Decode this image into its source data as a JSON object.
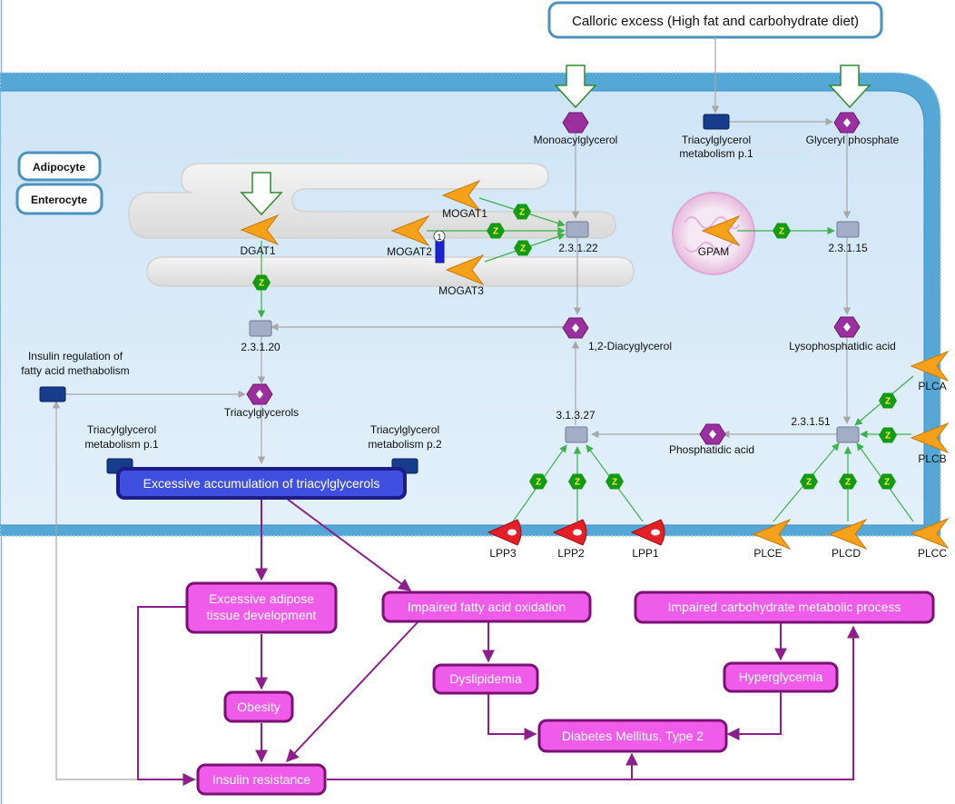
{
  "top_input": "Calloric excess (High fat and carbohydrate diet)",
  "legend": [
    "Adipocyte",
    "Enterocyte"
  ],
  "metabolites": {
    "monoacylglycerol": "Monoacylglycerol",
    "glyceryl_phosphate": "Glyceryl phosphate",
    "diacylglycerol": "1,2-Diacyglycerol",
    "lysophosphatidic_acid": "Lysophosphatidic acid",
    "triacylglycerols": "Triacylglycerols",
    "phosphatidic_acid": "Phosphatidic acid"
  },
  "reactions": {
    "r1": "2.3.1.22",
    "r2": "2.3.1.15",
    "r3": "2.3.1.20",
    "r4": "3.1.3.27",
    "r5": "2.3.1.51"
  },
  "enzymes": {
    "dgat1": "DGAT1",
    "mogat1": "MOGAT1",
    "mogat2": "MOGAT2",
    "mogat3": "MOGAT3",
    "gpam": "GPAM",
    "plca": "PLCA",
    "plcb": "PLCB",
    "plcc": "PLCC",
    "plcd": "PLCD",
    "plce": "PLCE",
    "lpp1": "LPP1",
    "lpp2": "LPP2",
    "lpp3": "LPP3"
  },
  "expression_badge": "1",
  "pathway_links": {
    "tag_metabolism_top": [
      "Triacylglycerol",
      "metabolism p.1"
    ],
    "insulin_regulation": [
      "Insulin regulation of",
      "fatty acid methabolism"
    ],
    "tag_metabolism_p1": [
      "Triacylglycerol",
      "metabolism p.1"
    ],
    "tag_metabolism_p2": [
      "Triacylglycerol",
      "metabolism p.2"
    ]
  },
  "catalysis_glyph": "Z",
  "processes": {
    "accumulation": "Excessive accumulation of triacylglycerols",
    "adipose": [
      "Excessive adipose",
      "tissue development"
    ],
    "fatty_acid_oxidation": "Impaired fatty acid oxidation",
    "carbohydrate": "Impaired carbohydrate metabolic process",
    "dyslipidemia": "Dyslipidemia",
    "hyperglycemia": "Hyperglycemia",
    "obesity": "Obesity",
    "diabetes": "Diabetes Mellitus, Type 2",
    "insulin_resistance": "Insulin resistance"
  },
  "colors": {
    "cell_fill": "#d6e9f7",
    "membrane": "#55a7d6",
    "metabolite": "#9b2f9e",
    "reaction": "#a3adc6",
    "enzyme": "#f5a11a",
    "lpp_enzyme": "#e41f26",
    "catalysis": "#129b13",
    "process_fill": "#ef5ce9",
    "process_stroke": "#7a1173",
    "accumulation_fill": "#3f4fe0",
    "pathway_link": "#173c8c"
  }
}
